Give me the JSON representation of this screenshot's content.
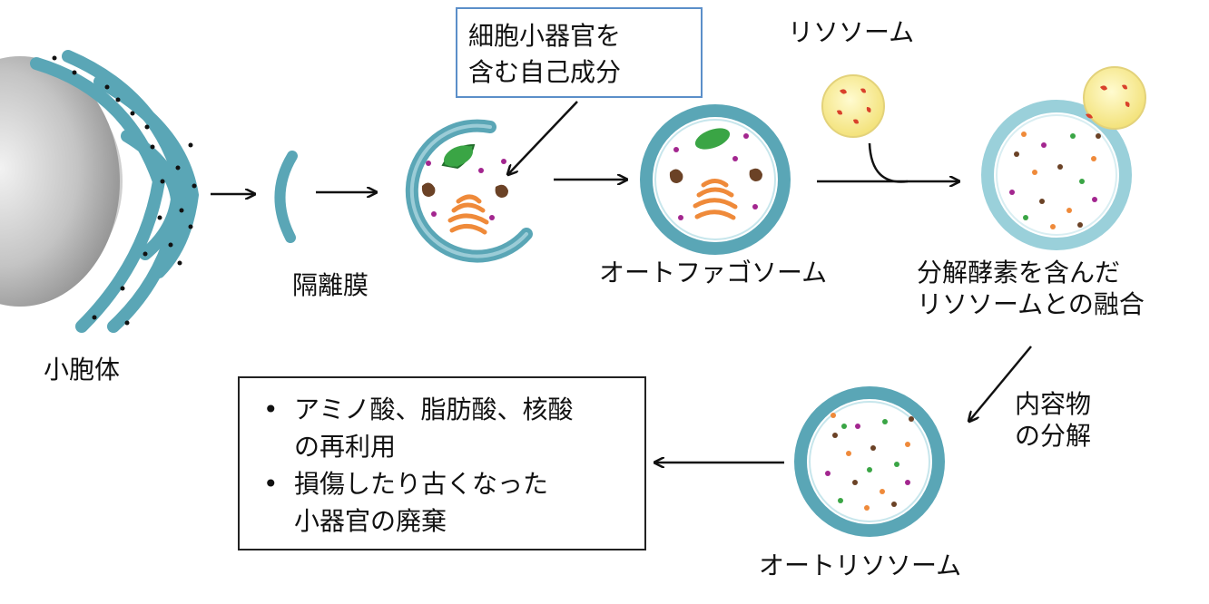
{
  "labels": {
    "golgi": "小胞体",
    "isolation_membrane": "隔離膜",
    "autophagosome": "オートファゴソーム",
    "lysosome": "リソソーム",
    "fusion": [
      "分解酵素を含んだ",
      "リソソームとの融合"
    ],
    "digestion": [
      "内容物",
      "の分解"
    ],
    "autolysosome": "オートリソソーム"
  },
  "callout": {
    "lines": [
      "細胞小器官を",
      "含む自己成分"
    ]
  },
  "outcomes": [
    [
      "アミノ酸、脂肪酸、核酸",
      "の再利用"
    ],
    [
      "損傷したり古くなった",
      "小器官の廃棄"
    ]
  ],
  "colors": {
    "membrane": "#5aa6b6",
    "membrane_light": "#9ad0da",
    "mitochondria": "#3aa545",
    "golgi_orange": "#ef8a3a",
    "brown": "#6b4226",
    "purple": "#a3268f",
    "lysosome_yellow": "#f7e98a",
    "lysosome_red": "#d9412b",
    "callout_border": "#5b8fc9"
  }
}
